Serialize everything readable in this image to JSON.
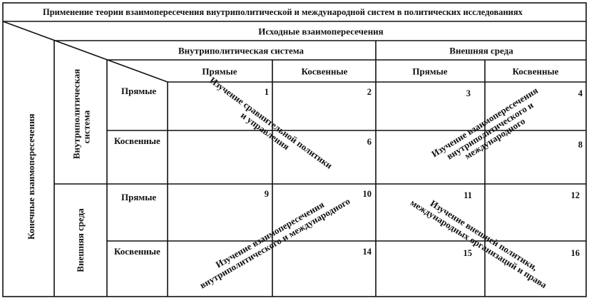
{
  "title": "Применение теории взаимопересечения внутриполитической и международной систем в политических исследованиях",
  "header": {
    "initial": "Исходные взаимопересечения",
    "internal": "Внутриполитическая система",
    "external": "Внешняя среда",
    "direct": "Прямые",
    "indirect": "Косвенные"
  },
  "side": {
    "final": "Конечные взаимопересечения",
    "internal": "Внутриполитическая система",
    "external": "Внешняя среда",
    "direct": "Прямые",
    "indirect": "Косвенные"
  },
  "cells": [
    "1",
    "2",
    "3",
    "4",
    "6",
    "8",
    "9",
    "10",
    "11",
    "12",
    "14",
    "15",
    "16"
  ],
  "diagonals": {
    "comparative": "Изучение сравнительной политики и управления",
    "cross_top": "Изучение взаимопересечения внутриполитического и международного",
    "cross_bottom": "Изучение взаимопересечения внутриполитического и международного",
    "foreign": "Изучение внешней политики, международных организаций и права"
  }
}
